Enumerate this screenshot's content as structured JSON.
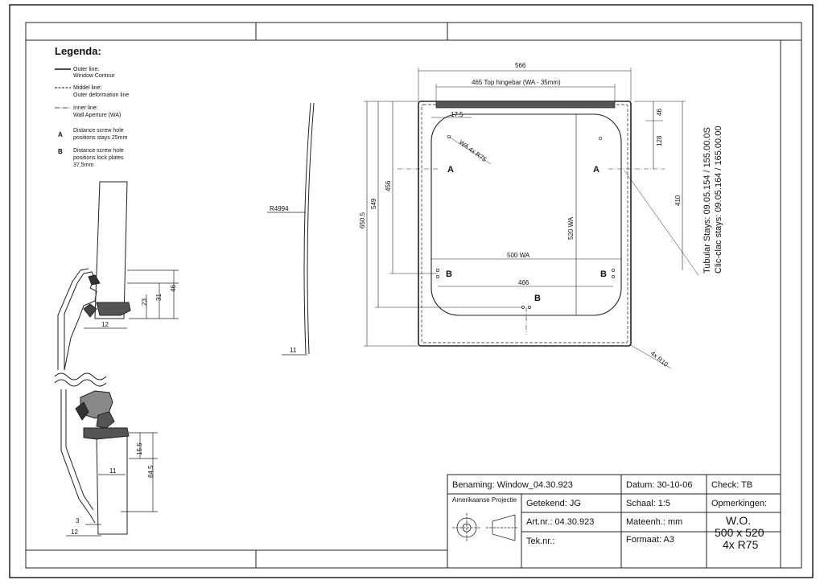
{
  "legend": {
    "title": "Legenda:",
    "items": [
      {
        "label": "Outer line:",
        "desc": "Window Contour"
      },
      {
        "label": "Middel line:",
        "desc": "Outer deformation line"
      },
      {
        "label": "Inner line:",
        "desc": "Wall Aperture (WA)"
      }
    ],
    "markers": [
      {
        "key": "A",
        "lines": [
          "Distance screw hole",
          "positions stays 25mm"
        ]
      },
      {
        "key": "B",
        "lines": [
          "Distance screw hole",
          "positions lock plates",
          "37,5mm"
        ]
      }
    ]
  },
  "profile_top": {
    "dims": [
      "46",
      "31",
      "23",
      "12"
    ]
  },
  "profile_bottom": {
    "dims": [
      "15.5",
      "84.5",
      "11",
      "3",
      "12"
    ]
  },
  "curve": {
    "radius": "R4994",
    "thickness": "11"
  },
  "front": {
    "width_total": "566",
    "hingebar": "465  Top hingebar  (WA - 35mm)",
    "offset_175": "17.5",
    "corner_wa": "WA 4x R75",
    "dim_46": "46",
    "dim_128": "128",
    "dim_410": "410",
    "dim_520": "520  WA",
    "dim_500": "500  WA",
    "dim_466": "466",
    "dim_456": "456",
    "dim_549": "549",
    "dim_6505": "650.5",
    "corner_outer": "4x R10",
    "marker_a": "A",
    "marker_b": "B"
  },
  "stays": {
    "tubular": "Tubular Stays:  09.05.154 / 155.00.0S",
    "clic": "Clic-clac stays: 09.05.164 / 165.00.00"
  },
  "titleblock": {
    "benaming": "Benaming: Window_04.30.923",
    "datum": "Datum: 30-10-06",
    "check": "Check: TB",
    "projectie": "Amerikaanse Projectie",
    "getekend": "Getekend: JG",
    "schaal": "Schaal: 1:5",
    "opmerkingen": "Opmerkingen:",
    "artnr": "Art.nr.: 04.30.923",
    "mateenh": "Mateenh.: mm",
    "teknr": "Tek.nr.:",
    "formaat": "Formaat: A3",
    "remark_lines": [
      "W.O.",
      "500 x 520",
      "4x R75"
    ]
  }
}
